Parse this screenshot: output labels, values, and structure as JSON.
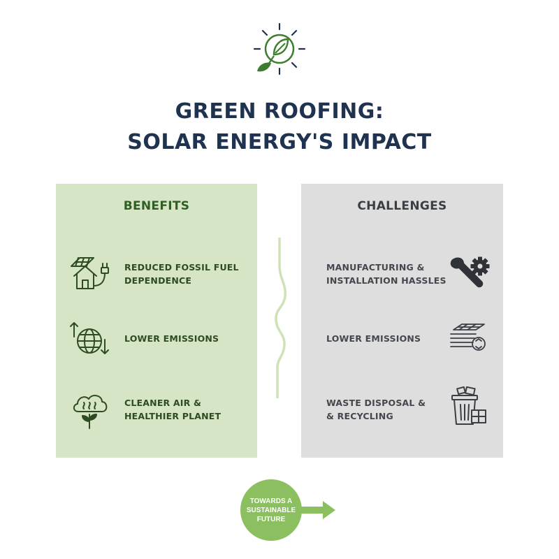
{
  "title": {
    "line1": "GREEN ROOFING:",
    "line2": "SOLAR ENERGY'S IMPACT"
  },
  "logo": {
    "icon": "sun-leaf-icon",
    "color": "#3d7d2e",
    "ray_color": "#1f3350"
  },
  "benefits": {
    "heading": "BENEFITS",
    "color": "#d6e5c6",
    "items": [
      {
        "line1": "REDUCED FOSSIL FUEL",
        "line2": "DEPENDENCE",
        "icon": "solar-house-plug-icon"
      },
      {
        "line1": "LOWER EMISSIONS",
        "line2": "",
        "icon": "globe-arrows-icon"
      },
      {
        "line1": "CLEANER AIR &",
        "line2": "HEALTHIER PLANET",
        "icon": "cloud-sprout-icon"
      }
    ]
  },
  "challenges": {
    "heading": "CHALLENGES",
    "color": "#dedede",
    "items": [
      {
        "line1": "MANUFACTURING &",
        "line2": "INSTALLATION HASSLES",
        "icon": "wrench-gear-icon"
      },
      {
        "line1": "LOWER EMISSIONS",
        "line2": "",
        "icon": "panels-recycle-icon"
      },
      {
        "line1": "WASTE DISPOSAL &",
        "line2": "& RECYCLING",
        "icon": "trash-bin-icon"
      }
    ]
  },
  "cta": {
    "line1": "TOWARDS A",
    "line2": "SUSTAINABLE",
    "line3": "FUTURE",
    "color": "#8cbf5f",
    "icon": "arrow-right-icon"
  }
}
